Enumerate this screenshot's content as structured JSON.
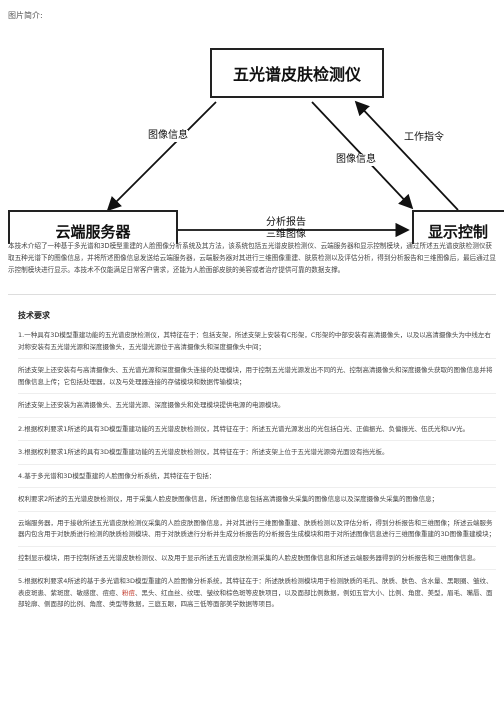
{
  "caption": "图片简介:",
  "diagram": {
    "top_box": "五光谱皮肤检测仪",
    "left_box": "云端服务器",
    "right_box": "显示控制",
    "edge_left": "图像信息",
    "edge_right": "工作指令",
    "edge_mid": "图像信息",
    "edge_bottom_line1": "分析报告",
    "edge_bottom_line2": "三维图像"
  },
  "intro": "本技术介绍了一种基于多光谱和3D模型重建的人脸图像分析系统及其方法，该系统包括五光谱皮肤检测仪、云端服务器和显示控制模块，通过所述五光谱皮肤检测仪获取五种光谱下的图像信息，并将所述图像信息发送给云端服务器，云端服务器对其进行三维图像重建、肤质检测以及评估分析，得到分析报告和三维图像后，最后通过显示控制模块进行显示。本技术不仅能满足日常客户需求，还能为人脸面部皮肤的美容或者治疗提供可靠的数据支撑。",
  "section_title": "技术要求",
  "claims": {
    "c1": "1.一种具有3D模型重建功能的五光谱皮肤检测仪，其特征在于：包括支架，所述支架上安装有C形架，C形架的中部安装有高清摄像头，以及以高清摄像头为中线左右对称安装有五光谱光源和深度摄像头，五光谱光源位于高清摄像头和深度摄像头中间；",
    "c1b": "所述支架上还安装有与高清摄像头、五光谱光源和深度摄像头连接的处理模块，用于控制五光谱光源发出不同的光、控制高清摄像头和深度摄像头获取的图像信息并将图像信息上传；它包括处理器，以及与处理器连接的存储模块和数据传输模块；",
    "c1c": "所述支架上还安装为高清摄像头、五光谱光源、深度摄像头和处理模块提供电源的电源模块。",
    "c2": "2.根据权利要求1所述的具有3D模型重建功能的五光谱皮肤检测仪，其特征在于：所述五光谱光源发出的光包括白光、正偏振光、负偏振光、伍氏光和UV光。",
    "c3": "3.根据权利要求1所述的具有3D模型重建功能的五光谱皮肤检测仪，其特征在于：所述支架上位于五光谱光源旁光面设有挡光板。",
    "c4": "4.基于多光谱和3D模型重建的人脸图像分析系统，其特征在于包括：",
    "c4a": "权利要求2所述的五光谱皮肤检测仪，用于采集人脸皮肤图像信息，所述图像信息包括高清摄像头采集的图像信息以及深度摄像头采集的图像信息；",
    "c4b": "云端服务器，用于接收所述五光谱皮肤检测仪采集的人脸皮肤图像信息，并对其进行三维图像重建、肤质检测以及评估分析，得到分析报告和三维图像；所述云端服务器内包含用于对肤质进行检测的肤质检测模块、用于对肤质进行分析并生成分析报告的分析报告生成模块和用于对所述图像信息进行三维图像重建的3D图像重建模块；",
    "c4c": "控制显示模块，用于控制所述五光谱皮肤检测仪、以及用于显示所述五光谱皮肤检测采集的人脸皮肤图像信息和所述云端服务器得到的分析报告和三维图像信息。",
    "c5_pre": "5.根据权利要求4所述的基于多光谱和3D模型重建的人脸图像分析系统，其特征在于：所述肤质检测模块用于检测肤质的毛孔、肤质、肤色、含水量、黑眼圈、皱纹、表皮斑患、紫斑度、敏感度、痘痘、",
    "c5_hl": "粉痘",
    "c5_post": "、黑头、红血丝、纹理、皱纹和棕色斑等皮肤项目，以及面部比例数据，例如五官大小、比例、角度、美型，眉毛、嘴唇、面部轮廓、侧面部的比例、角度、类型等数据，三庭五眼，四高三低等面部美学数据等项目。"
  }
}
